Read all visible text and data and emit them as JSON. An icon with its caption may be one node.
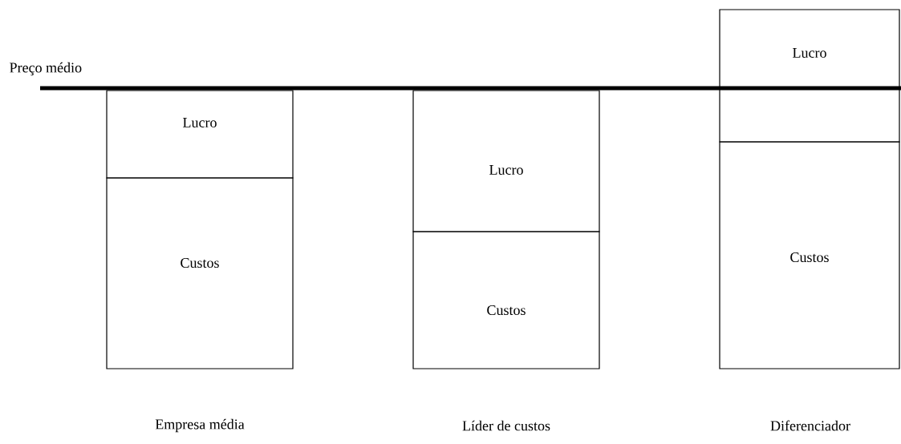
{
  "diagram": {
    "nodes": [
      {
        "text": [
          "Lucro"
        ]
      },
      {
        "text": [
          "Custos"
        ]
      },
      {
        "text": [
          "Lucro"
        ]
      },
      {
        "text": [
          "Custos"
        ]
      },
      {
        "text": [
          "Lucro"
        ]
      },
      {
        "text": [
          "Custos"
        ]
      }
    ],
    "labels": [
      "Preço médio",
      "Empresa média",
      "Líder de custos",
      "Diferenciador"
    ]
  }
}
